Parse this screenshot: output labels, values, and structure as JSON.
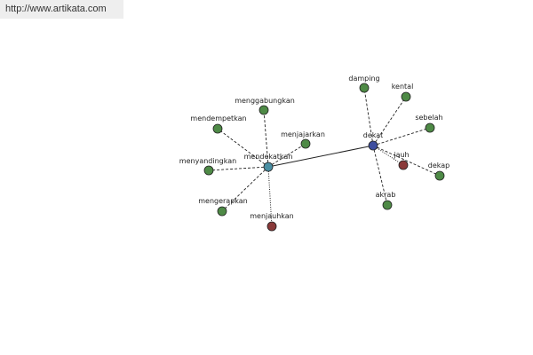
{
  "source": {
    "url_text": "http://www.artikata.com"
  },
  "colors": {
    "synonym": "#4e8a46",
    "antonym": "#8a3a3a",
    "hub_mendekatkan": "#4a8fa3",
    "hub_dekat": "#3d4d9e"
  },
  "graph": {
    "nodes": [
      {
        "id": "mendekatkan",
        "label": "mendekatkan",
        "kind": "hub_mendekatkan"
      },
      {
        "id": "dekat",
        "label": "dekat",
        "kind": "hub_dekat"
      },
      {
        "id": "menggabungkan",
        "label": "menggabungkan",
        "kind": "synonym"
      },
      {
        "id": "mendempetkan",
        "label": "mendempetkan",
        "kind": "synonym"
      },
      {
        "id": "menjajarkan",
        "label": "menjajarkan",
        "kind": "synonym"
      },
      {
        "id": "menyandingkan",
        "label": "menyandingkan",
        "kind": "synonym"
      },
      {
        "id": "mengerapkan",
        "label": "mengerapkan",
        "kind": "synonym"
      },
      {
        "id": "menjauhkan",
        "label": "menjauhkan",
        "kind": "antonym"
      },
      {
        "id": "damping",
        "label": "damping",
        "kind": "synonym"
      },
      {
        "id": "kental",
        "label": "kental",
        "kind": "synonym"
      },
      {
        "id": "sebelah",
        "label": "sebelah",
        "kind": "synonym"
      },
      {
        "id": "jauh",
        "label": "jauh",
        "kind": "antonym"
      },
      {
        "id": "dekap",
        "label": "dekap",
        "kind": "synonym"
      },
      {
        "id": "akrab",
        "label": "akrab",
        "kind": "synonym"
      }
    ],
    "edges": [
      {
        "from": "mendekatkan",
        "to": "dekat",
        "style": "solid"
      },
      {
        "from": "mendekatkan",
        "to": "menggabungkan",
        "style": "dashed"
      },
      {
        "from": "mendekatkan",
        "to": "mendempetkan",
        "style": "dashed"
      },
      {
        "from": "mendekatkan",
        "to": "menjajarkan",
        "style": "dashed"
      },
      {
        "from": "mendekatkan",
        "to": "menyandingkan",
        "style": "dashed"
      },
      {
        "from": "mendekatkan",
        "to": "mengerapkan",
        "style": "dashed"
      },
      {
        "from": "mendekatkan",
        "to": "menjauhkan",
        "style": "dotted"
      },
      {
        "from": "dekat",
        "to": "damping",
        "style": "dashed"
      },
      {
        "from": "dekat",
        "to": "kental",
        "style": "dashed"
      },
      {
        "from": "dekat",
        "to": "sebelah",
        "style": "dashed"
      },
      {
        "from": "dekat",
        "to": "jauh",
        "style": "dotted"
      },
      {
        "from": "dekat",
        "to": "dekap",
        "style": "dashed"
      },
      {
        "from": "dekat",
        "to": "akrab",
        "style": "dashed"
      }
    ]
  }
}
